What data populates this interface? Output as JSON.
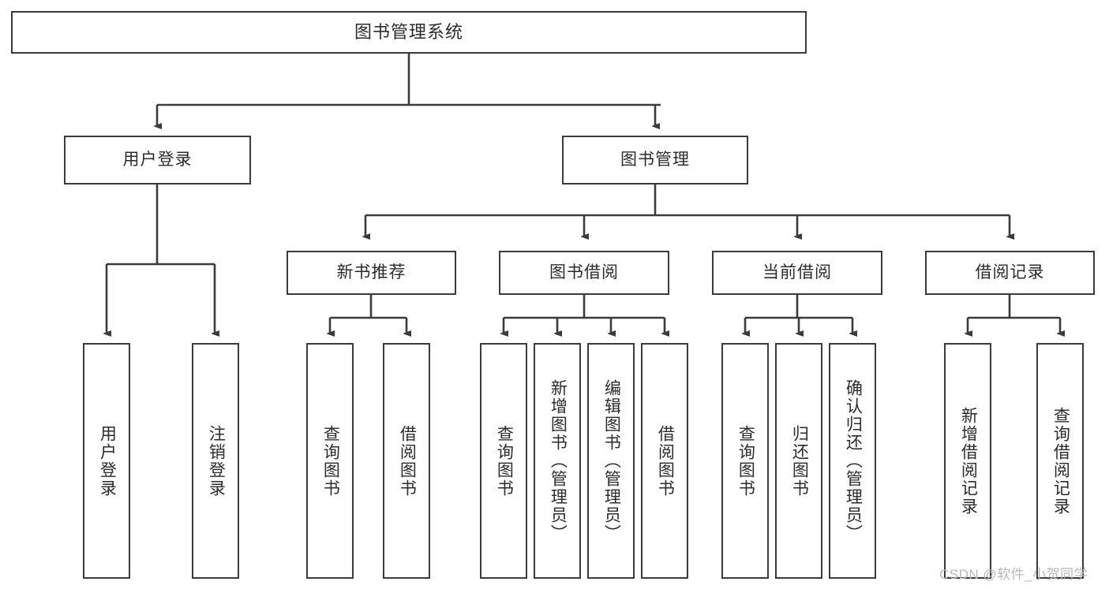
{
  "diagram": {
    "type": "tree",
    "title": "图书管理系统",
    "root": {
      "label": "图书管理系统"
    },
    "level1": [
      {
        "id": "user-login",
        "label": "用户登录"
      },
      {
        "id": "book-management",
        "label": "图书管理"
      }
    ],
    "level2": [
      {
        "id": "new-book-recommend",
        "label": "新书推荐",
        "parent": "book-management"
      },
      {
        "id": "book-borrow",
        "label": "图书借阅",
        "parent": "book-management"
      },
      {
        "id": "current-borrow",
        "label": "当前借阅",
        "parent": "book-management"
      },
      {
        "id": "borrow-record",
        "label": "借阅记录",
        "parent": "book-management"
      }
    ],
    "leaves": [
      {
        "id": "leaf-user-login",
        "label": "用户登录",
        "parent": "user-login"
      },
      {
        "id": "leaf-logout",
        "label": "注销登录",
        "parent": "user-login"
      },
      {
        "id": "leaf-query-book-1",
        "label": "查询图书",
        "parent": "new-book-recommend"
      },
      {
        "id": "leaf-borrow-book-1",
        "label": "借阅图书",
        "parent": "new-book-recommend"
      },
      {
        "id": "leaf-query-book-2",
        "label": "查询图书",
        "parent": "book-borrow"
      },
      {
        "id": "leaf-add-book",
        "label": "新增图书（管理员）",
        "parent": "book-borrow"
      },
      {
        "id": "leaf-edit-book",
        "label": "编辑图书（管理员）",
        "parent": "book-borrow"
      },
      {
        "id": "leaf-borrow-book-2",
        "label": "借阅图书",
        "parent": "book-borrow"
      },
      {
        "id": "leaf-query-book-3",
        "label": "查询图书",
        "parent": "current-borrow"
      },
      {
        "id": "leaf-return-book",
        "label": "归还图书",
        "parent": "current-borrow"
      },
      {
        "id": "leaf-confirm-return",
        "label": "确认归还（管理员）",
        "parent": "current-borrow"
      },
      {
        "id": "leaf-add-record",
        "label": "新增借阅记录",
        "parent": "borrow-record"
      },
      {
        "id": "leaf-query-record",
        "label": "查询借阅记录",
        "parent": "borrow-record"
      }
    ],
    "colors": {
      "border": "#3b3b3b",
      "text": "#2b2b2b",
      "background": "#ffffff",
      "connector": "#3b3b3b",
      "watermark": "#b9b9b9"
    }
  },
  "watermark": {
    "text": "CSDN @软件_小贺同学"
  }
}
